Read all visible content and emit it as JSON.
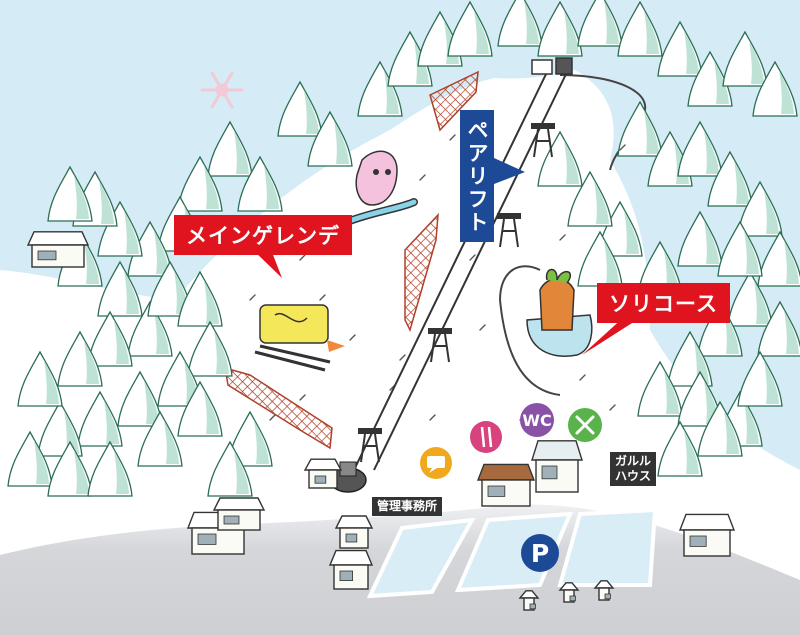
{
  "labels": {
    "main_slope": "メインゲレンデ",
    "pair_lift": "ペアリフト",
    "sled_course": "ソリコース",
    "office": "管理事務所",
    "house_line1": "ガルル",
    "house_line2": "ハウス"
  },
  "icons": {
    "wc": "WC",
    "parking": "P",
    "rental": "ski-rental-icon",
    "food": "fork-knife-icon",
    "chat": "speech-bubble-icon",
    "snowflake": "snowflake-icon"
  },
  "colors": {
    "snow": "#ffffff",
    "sky": "#d5ecf6",
    "tree_shadow": "#bfe2d6",
    "red_label": "#e0141e",
    "blue_label": "#1d4a96",
    "gray_label": "#333333",
    "net": "#b0402a",
    "road": "#d2d4d8"
  }
}
